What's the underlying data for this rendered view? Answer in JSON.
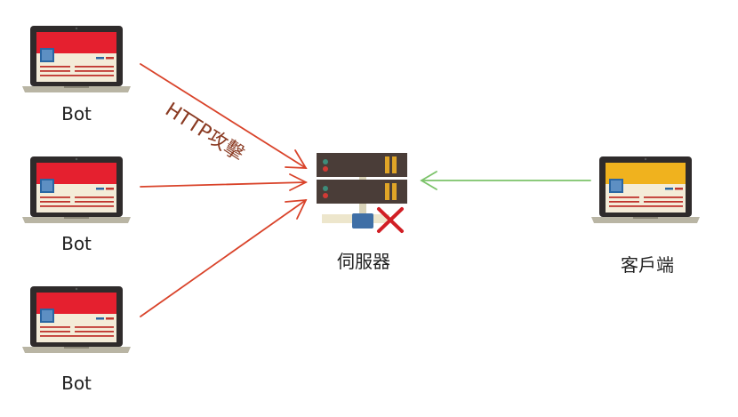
{
  "nodes": {
    "bot1": {
      "label": "Bot"
    },
    "bot2": {
      "label": "Bot"
    },
    "bot3": {
      "label": "Bot"
    },
    "server": {
      "label": "伺服器"
    },
    "client": {
      "label": "客戶端"
    }
  },
  "edges": {
    "attack": {
      "label": "HTTP攻擊",
      "color": "#d9432a"
    },
    "client_request": {
      "color": "#7cc36a"
    }
  },
  "colors": {
    "bot_screen": "#e5202f",
    "client_screen": "#f0b21e",
    "laptop_body": "#2f2b2b",
    "laptop_base": "#b9b5a4",
    "server_body": "#4a3d38",
    "server_fail_mark": "#d11f25"
  },
  "icons": {
    "bots": "laptop-icon",
    "server": "server-rack-icon",
    "failure": "x-mark-icon",
    "client": "laptop-icon"
  }
}
